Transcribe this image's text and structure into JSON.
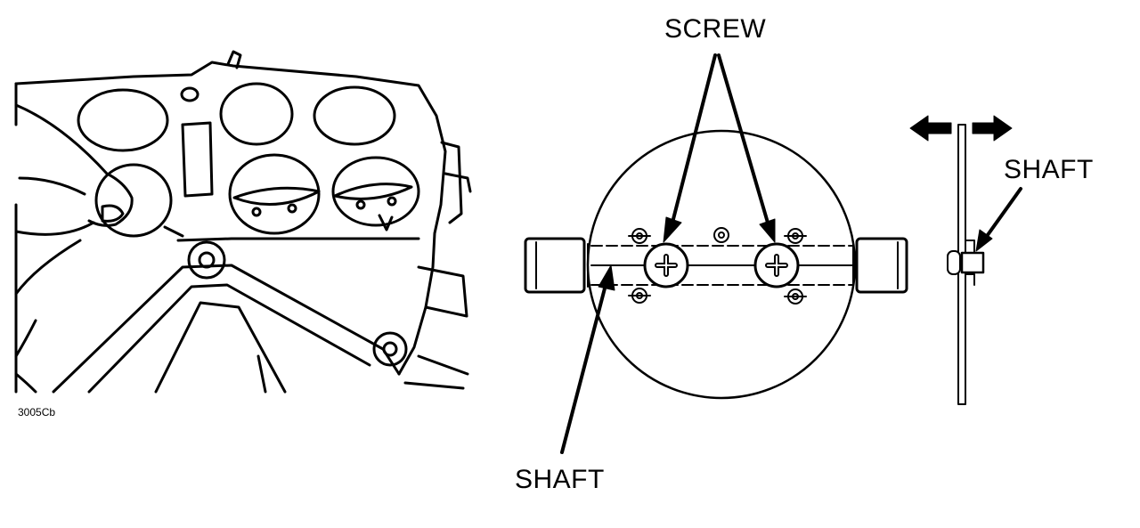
{
  "figure_code": "3005Cb",
  "labels": {
    "screw": "SCREW",
    "shaft_bottom": "SHAFT",
    "shaft_right": "SHAFT"
  },
  "colors": {
    "ink": "#000000",
    "background": "#ffffff"
  }
}
